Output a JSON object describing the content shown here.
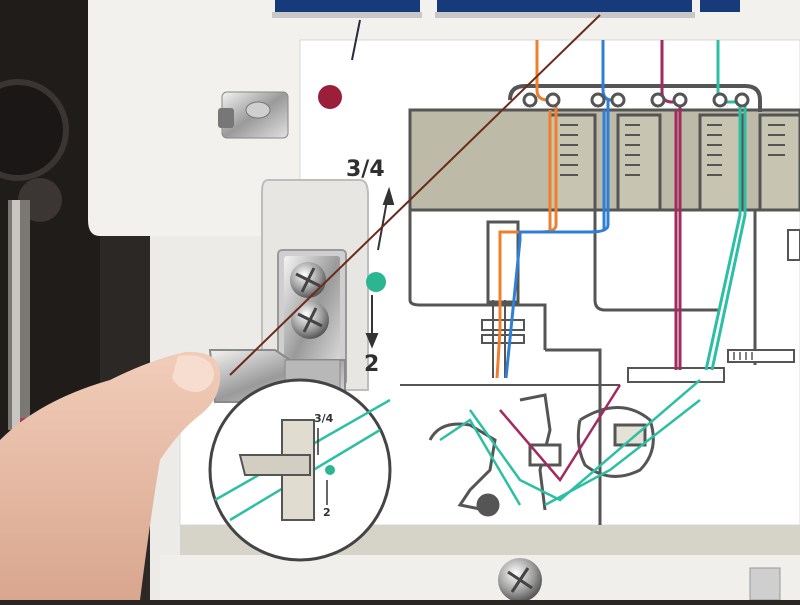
{
  "panel_labels": {
    "upper_position": "3/4",
    "lower_position": "2",
    "inset_upper_position": "3/4",
    "inset_lower_position": "2"
  },
  "indicator_colors": {
    "red_dot": "#9b1f3b",
    "green_dot": "#2cb592",
    "thread_orange": "#ee7f2d",
    "thread_blue": "#2f7fd6",
    "thread_magenta": "#a32a5e",
    "thread_teal": "#2dbfa4",
    "thread_brown": "#6b2a1c"
  },
  "icons": {
    "upper_screw": "screw-icon",
    "lower_screw": "screw-icon",
    "bottom_screw": "screw-icon",
    "top_clip": "clip-icon"
  }
}
